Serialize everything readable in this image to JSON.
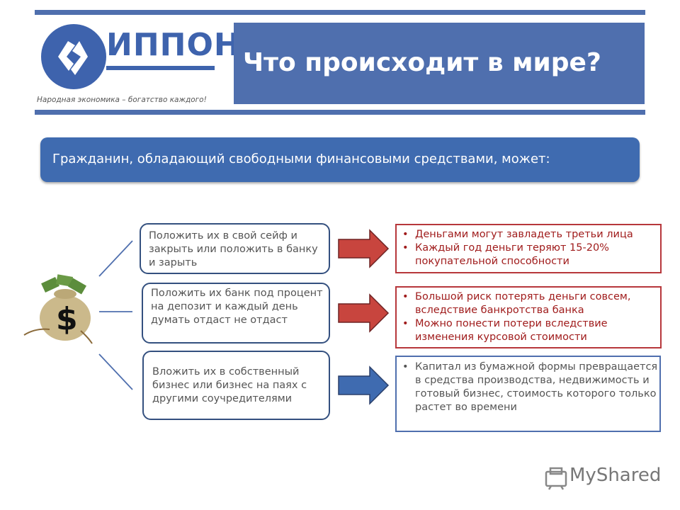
{
  "header": {
    "logo_text": "ИППОН",
    "slogan": "Народная экономика – богатство каждого!",
    "title": "Что происходит в мире?"
  },
  "banner": {
    "text": "Гражданин, обладающий свободными финансовыми средствами, может:"
  },
  "options": [
    {
      "text": "Положить их в свой сейф и закрыть или положить  в банку и зарыть",
      "results": [
        "Деньгами могут завладеть третьи лица",
        "Каждый год деньги теряют 15-20% покупательной способности"
      ]
    },
    {
      "text": "Положить их банк под процент на депозит и каждый день думать отдаст не отдаст",
      "results": [
        "Большой риск потерять деньги совсем, вследствие банкротства банка",
        "Можно понести потери вследствие изменения курсовой стоимости"
      ]
    },
    {
      "text": "Вложить их в собственный бизнес или бизнес на паях с другими соучредителями",
      "results": [
        "Капитал из бумажной формы превращается в средства производства, недвижимость и готовый бизнес, стоимость которого только растет во времени"
      ]
    }
  ],
  "watermark": {
    "text": "MyShared"
  },
  "colors": {
    "primary_blue": "#4f6fae",
    "warning_red": "#b7373b",
    "arrow_red": "#c8453e",
    "arrow_blue": "#3f6bb0"
  },
  "icons": {
    "money_bag": "money-bag-icon",
    "logo": "ippon-logo-icon"
  }
}
